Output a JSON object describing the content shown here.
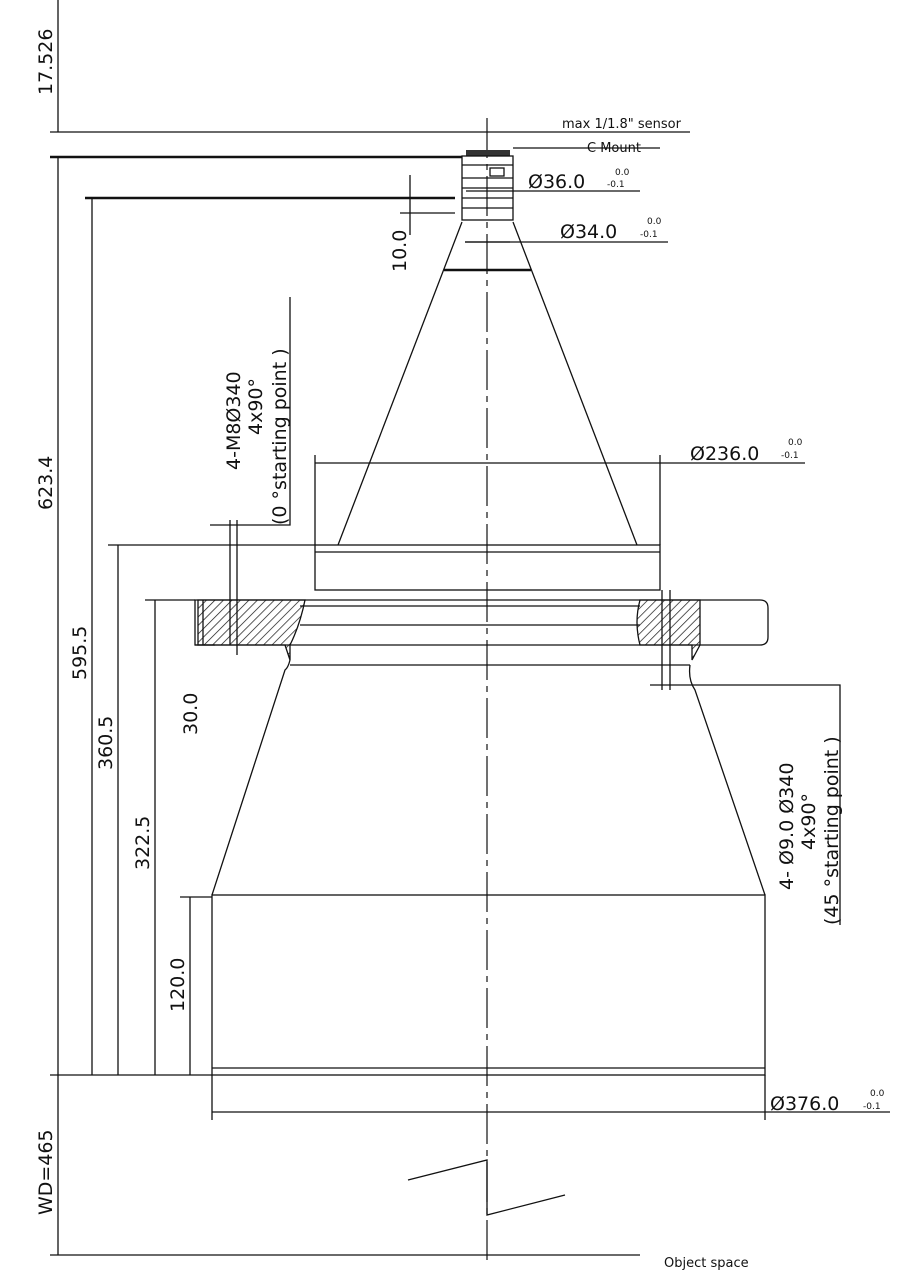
{
  "dimensions": {
    "sensor_offset": "17.526",
    "total_length": "623.4",
    "length_595": "595.5",
    "length_360": "360.5",
    "length_322": "322.5",
    "flange_thickness": "30.0",
    "bottom_height": "120.0",
    "mount_step": "10.0",
    "working_distance": "WD=465"
  },
  "diameters": {
    "d36": {
      "value": "Ø36.0",
      "tol_upper": "0.0",
      "tol_lower": "-0.1"
    },
    "d34": {
      "value": "Ø34.0",
      "tol_upper": "0.0",
      "tol_lower": "-0.1"
    },
    "d236": {
      "value": "Ø236.0",
      "tol_upper": "0.0",
      "tol_lower": "-0.1"
    },
    "d376": {
      "value": "Ø376.0",
      "tol_upper": "0.0",
      "tol_lower": "-0.1"
    }
  },
  "labels": {
    "sensor": "max 1/1.8\" sensor",
    "mount": "C Mount",
    "object_space": "Object space"
  },
  "notes": {
    "thread_holes": {
      "line1": "4-M8Ø340",
      "line2": "4x90°",
      "line3": "(0 °starting point )"
    },
    "through_holes": {
      "line1": "4- Ø9.0   Ø340",
      "line2": "4x90°",
      "line3": "(45 °starting point )"
    }
  }
}
